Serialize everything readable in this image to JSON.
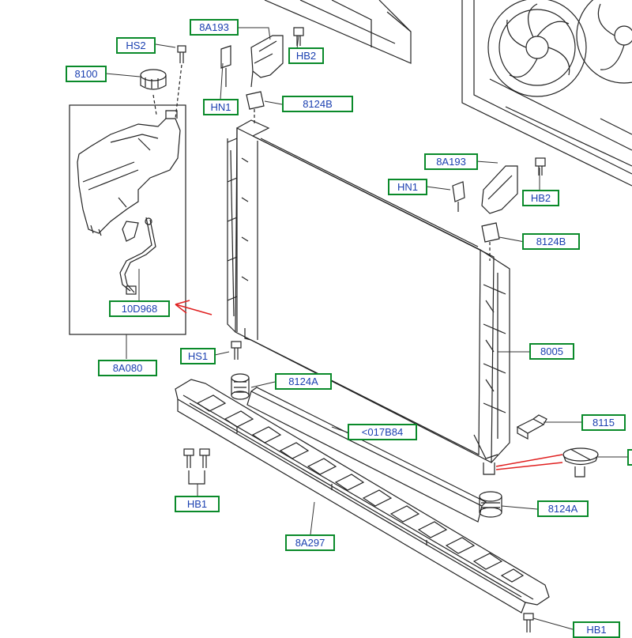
{
  "diagram": {
    "callouts": [
      {
        "id": "hs2",
        "text": "HS2"
      },
      {
        "id": "8a193_top",
        "text": "8A193"
      },
      {
        "id": "8100",
        "text": "8100"
      },
      {
        "id": "hb2_top",
        "text": "HB2"
      },
      {
        "id": "hn1_top",
        "text": "HN1"
      },
      {
        "id": "8124b_top",
        "text": "8124B"
      },
      {
        "id": "8a193_right",
        "text": "8A193"
      },
      {
        "id": "hn1_right",
        "text": "HN1"
      },
      {
        "id": "hb2_right",
        "text": "HB2"
      },
      {
        "id": "8124b_right",
        "text": "8124B"
      },
      {
        "id": "10d968",
        "text": "10D968"
      },
      {
        "id": "8a080",
        "text": "8A080"
      },
      {
        "id": "hs1",
        "text": "HS1"
      },
      {
        "id": "8005",
        "text": "8005"
      },
      {
        "id": "8124a_top",
        "text": "8124A"
      },
      {
        "id": "017b84",
        "text": "<017B84"
      },
      {
        "id": "8115",
        "text": "8115"
      },
      {
        "id": "8124a_bottom",
        "text": "8124A"
      },
      {
        "id": "hb1_left",
        "text": "HB1"
      },
      {
        "id": "8a297",
        "text": "8A297"
      },
      {
        "id": "hb1_bottom",
        "text": "HB1"
      }
    ],
    "colors": {
      "label_border": "#0a8a2a",
      "label_text": "#1a3fb0",
      "line": "#222222",
      "arrow": "#e02020"
    }
  }
}
